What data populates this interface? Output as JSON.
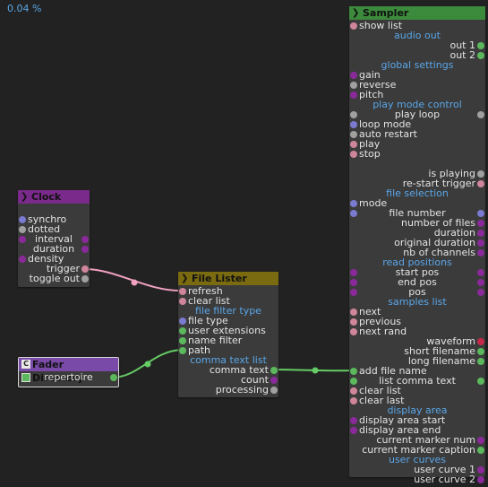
{
  "canvas": {
    "zoom_label": "0.04 %"
  },
  "colors": {
    "wire_pink": "#f0a0c0",
    "wire_green": "#66cc66",
    "section_text": "#5aa6e8",
    "clock_header": "#7a2a8a",
    "filelister_header": "#7a6a10",
    "sampler_header": "#3c8a3c",
    "fader_header": "#7a4aa8"
  },
  "clock": {
    "title": "Clock",
    "rows": [
      {
        "label": "synchro",
        "align": "l",
        "in": "blue"
      },
      {
        "label": "dotted",
        "align": "l",
        "in": "gray"
      },
      {
        "label": "interval",
        "align": "c",
        "in": "purple",
        "out": "purple"
      },
      {
        "label": "duration",
        "align": "c",
        "out": "purple"
      },
      {
        "label": "density",
        "align": "l",
        "in": "purple"
      },
      {
        "label": "trigger",
        "align": "r",
        "out": "pink"
      },
      {
        "label": "toggle out",
        "align": "r",
        "out": "gray"
      }
    ]
  },
  "fader_directory": {
    "title": "Fader Directory",
    "icon_letter": "C",
    "rows": [
      {
        "label": "repertoire",
        "align": "c",
        "out": "green"
      }
    ]
  },
  "file_lister": {
    "title": "File Lister",
    "rows": [
      {
        "label": "refresh",
        "align": "l",
        "in": "pink"
      },
      {
        "label": "clear list",
        "align": "l",
        "in": "pink"
      },
      {
        "label": "file filter type",
        "align": "c",
        "section": true
      },
      {
        "label": "file type",
        "align": "l",
        "in": "blue"
      },
      {
        "label": "user extensions",
        "align": "l",
        "in": "green"
      },
      {
        "label": "name filter",
        "align": "l",
        "in": "green"
      },
      {
        "label": "path",
        "align": "l",
        "in": "green"
      },
      {
        "label": "comma text list",
        "align": "c",
        "section": true
      },
      {
        "label": "comma text",
        "align": "r",
        "out": "green"
      },
      {
        "label": "count",
        "align": "r",
        "out": "purple"
      },
      {
        "label": "processing",
        "align": "r",
        "out": "gray"
      }
    ]
  },
  "sampler": {
    "title": "Sampler",
    "rows": [
      {
        "label": "show list",
        "align": "l",
        "in": "pink"
      },
      {
        "label": "audio out",
        "align": "c",
        "section": true
      },
      {
        "label": "out 1",
        "align": "r",
        "out": "green"
      },
      {
        "label": "out 2",
        "align": "r",
        "out": "green"
      },
      {
        "label": "global settings",
        "align": "c",
        "section": true
      },
      {
        "label": "gain",
        "align": "l",
        "in": "purple"
      },
      {
        "label": "reverse",
        "align": "l",
        "in": "gray"
      },
      {
        "label": "pitch",
        "align": "l",
        "in": "purple"
      },
      {
        "label": "play mode control",
        "align": "c",
        "section": true
      },
      {
        "label": "play loop",
        "align": "c",
        "in": "gray",
        "out": "gray"
      },
      {
        "label": "loop mode",
        "align": "l",
        "in": "blue"
      },
      {
        "label": "auto restart",
        "align": "l",
        "in": "gray"
      },
      {
        "label": "play",
        "align": "l",
        "in": "pink"
      },
      {
        "label": "stop",
        "align": "l",
        "in": "pink"
      },
      {
        "label": "",
        "align": "c"
      },
      {
        "label": "is playing",
        "align": "r",
        "out": "gray"
      },
      {
        "label": "re-start trigger",
        "align": "r",
        "out": "pink"
      },
      {
        "label": "file selection",
        "align": "c",
        "section": true
      },
      {
        "label": "mode",
        "align": "l",
        "in": "blue"
      },
      {
        "label": "file number",
        "align": "c",
        "in": "blue",
        "out": "blue"
      },
      {
        "label": "number of files",
        "align": "r",
        "out": "purple"
      },
      {
        "label": "duration",
        "align": "r",
        "out": "purple"
      },
      {
        "label": "original duration",
        "align": "r",
        "out": "purple"
      },
      {
        "label": "nb of channels",
        "align": "r",
        "out": "purple"
      },
      {
        "label": "read positions",
        "align": "c",
        "section": true
      },
      {
        "label": "start pos",
        "align": "c",
        "in": "purple",
        "out": "purple"
      },
      {
        "label": "end pos",
        "align": "c",
        "in": "purple",
        "out": "purple"
      },
      {
        "label": "pos",
        "align": "c",
        "in": "purple",
        "out": "purple"
      },
      {
        "label": "samples list",
        "align": "c",
        "section": true
      },
      {
        "label": "next",
        "align": "l",
        "in": "pink"
      },
      {
        "label": "previous",
        "align": "l",
        "in": "pink"
      },
      {
        "label": "next rand",
        "align": "l",
        "in": "pink"
      },
      {
        "label": "waveform",
        "align": "r",
        "out": "red"
      },
      {
        "label": "short filename",
        "align": "r",
        "out": "green"
      },
      {
        "label": "long filename",
        "align": "r",
        "out": "green"
      },
      {
        "label": "add file name",
        "align": "l",
        "in": "green"
      },
      {
        "label": "list comma text",
        "align": "c",
        "in": "green",
        "out": "green"
      },
      {
        "label": "clear list",
        "align": "l",
        "in": "pink"
      },
      {
        "label": "clear last",
        "align": "l",
        "in": "pink"
      },
      {
        "label": "display area",
        "align": "c",
        "section": true
      },
      {
        "label": "display area start",
        "align": "l",
        "in": "purple"
      },
      {
        "label": "display area end",
        "align": "l",
        "in": "purple"
      },
      {
        "label": "current marker num",
        "align": "r",
        "out": "purple"
      },
      {
        "label": "current marker caption",
        "align": "r",
        "out": "green"
      },
      {
        "label": "user curves",
        "align": "c",
        "section": true
      },
      {
        "label": "user curve 1",
        "align": "r",
        "out": "purple"
      },
      {
        "label": "user curve 2",
        "align": "r",
        "out": "purple"
      }
    ]
  }
}
